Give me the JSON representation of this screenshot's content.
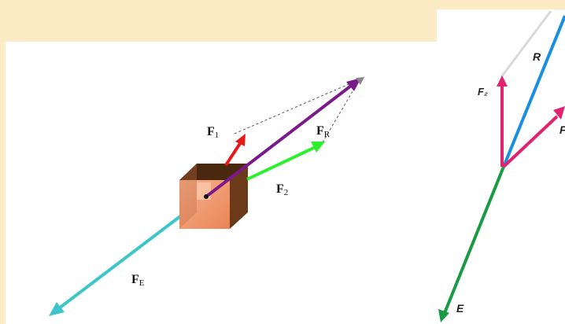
{
  "left_diagram": {
    "labels": {
      "f1": "F",
      "f1_sub": "1",
      "fr": "F",
      "fr_sub": "R",
      "f2": "F",
      "f2_sub": "2",
      "fe": "F",
      "fe_sub": "E"
    },
    "colors": {
      "f1": "#e51b1b",
      "fr": "#7a1a8a",
      "f2": "#2bf02b",
      "fe": "#3cc6c9",
      "dashed": "#555555",
      "box_front": "#f0946a",
      "box_dark": "#5a2e12"
    }
  },
  "right_diagram": {
    "labels": {
      "r": "R",
      "f2": "F₂",
      "f1_partial": "F",
      "e": "E"
    },
    "colors": {
      "r": "#1a8ee0",
      "f2": "#e0226f",
      "f1": "#e0226f",
      "e": "#1a9a44",
      "construction": "#d9d9d9"
    }
  }
}
